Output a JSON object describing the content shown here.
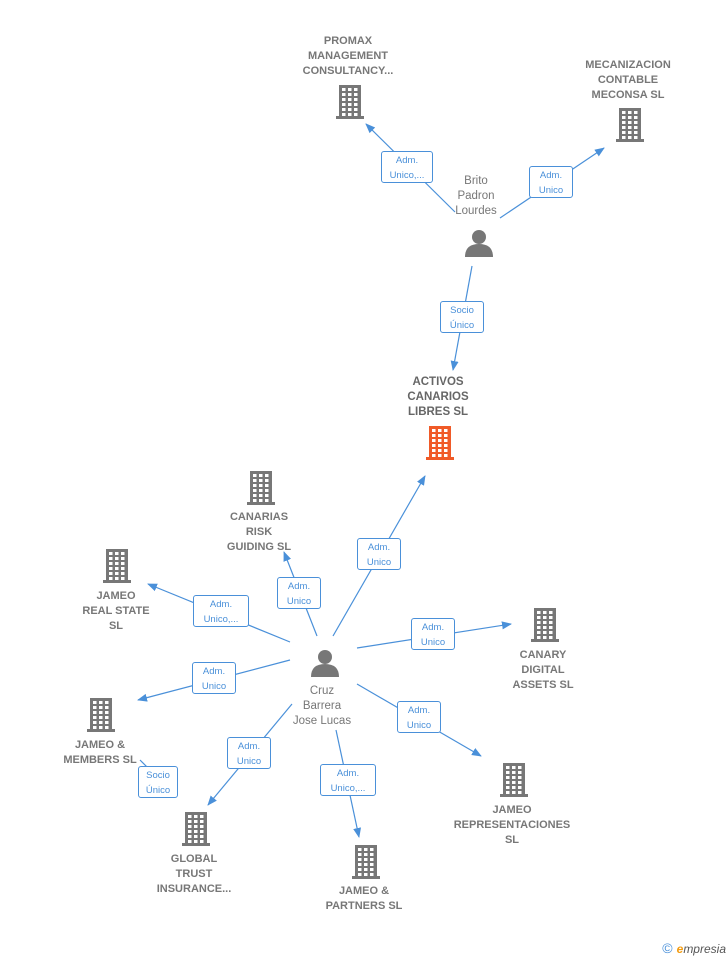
{
  "colors": {
    "edge": "#4a90d9",
    "building": "#777777",
    "main_building": "#f05a28",
    "person": "#777777"
  },
  "nodes": [
    {
      "id": "promax",
      "label": "PROMAX\nMANAGEMENT\nCONSULTANCY...",
      "icon": "building-icon"
    },
    {
      "id": "mecanizacion",
      "label": "MECANIZACION\nCONTABLE\nMECONSA SL",
      "icon": "building-icon"
    },
    {
      "id": "brito",
      "label": "Brito\nPadron\nLourdes",
      "icon": "person-icon"
    },
    {
      "id": "activos",
      "label": "ACTIVOS\nCANARIOS\nLIBRES SL",
      "icon": "building-icon",
      "main": true
    },
    {
      "id": "canarias",
      "label": "CANARIAS\nRISK\nGUIDING SL",
      "icon": "building-icon"
    },
    {
      "id": "jameo_real",
      "label": "JAMEO\nREAL STATE\nSL",
      "icon": "building-icon"
    },
    {
      "id": "cruz",
      "label": "Cruz\nBarrera\nJose Lucas",
      "icon": "person-icon"
    },
    {
      "id": "canary",
      "label": "CANARY\nDIGITAL\nASSETS SL",
      "icon": "building-icon"
    },
    {
      "id": "jameo_members",
      "label": "JAMEO &\nMEMBERS SL",
      "icon": "building-icon"
    },
    {
      "id": "global",
      "label": "GLOBAL\nTRUST\nINSURANCE...",
      "icon": "building-icon"
    },
    {
      "id": "jameo_partners",
      "label": "JAMEO &\nPARTNERS SL",
      "icon": "building-icon"
    },
    {
      "id": "jameo_repr",
      "label": "JAMEO\nREPRESENTACIONES\nSL",
      "icon": "building-icon"
    }
  ],
  "edges": [
    {
      "from": "brito",
      "to": "promax",
      "label": "Adm.\nUnico,..."
    },
    {
      "from": "brito",
      "to": "mecanizacion",
      "label": "Adm.\nUnico"
    },
    {
      "from": "brito",
      "to": "activos",
      "label": "Socio\nÚnico"
    },
    {
      "from": "cruz",
      "to": "activos",
      "label": "Adm.\nUnico"
    },
    {
      "from": "cruz",
      "to": "canarias",
      "label": "Adm.\nUnico"
    },
    {
      "from": "cruz",
      "to": "jameo_real",
      "label": "Adm.\nUnico,..."
    },
    {
      "from": "cruz",
      "to": "canary",
      "label": "Adm.\nUnico"
    },
    {
      "from": "cruz",
      "to": "jameo_members",
      "label": "Adm.\nUnico"
    },
    {
      "from": "cruz",
      "to": "global",
      "label": "Adm.\nUnico"
    },
    {
      "from": "cruz",
      "to": "jameo_partners",
      "label": "Adm.\nUnico,..."
    },
    {
      "from": "cruz",
      "to": "jameo_repr",
      "label": "Adm.\nUnico"
    },
    {
      "from": "jameo_members",
      "to": "global",
      "label": "Socio\nÚnico"
    }
  ],
  "footer": {
    "copyright": "©",
    "brand_e": "e",
    "brand_rest": "mpresia"
  }
}
